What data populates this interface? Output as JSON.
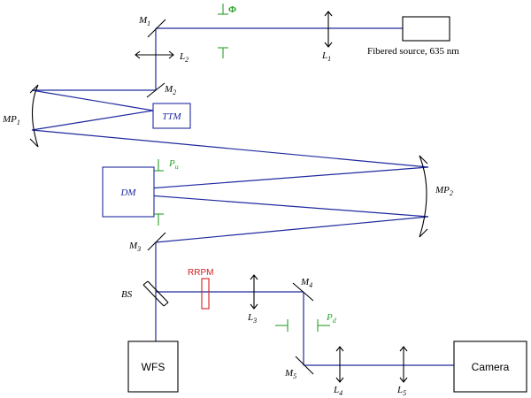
{
  "components": {
    "source": "Fibered source, 635 nm",
    "m1": "M",
    "m1_sub": "1",
    "l1": "L",
    "l1_sub": "1",
    "l2": "L",
    "l2_sub": "2",
    "phi": "Φ",
    "m2": "M",
    "m2_sub": "2",
    "mp1": "MP",
    "mp1_sub": "1",
    "ttm": "TTM",
    "dm": "DM",
    "pu": "P",
    "pu_sub": "u",
    "mp2": "MP",
    "mp2_sub": "2",
    "m3": "M",
    "m3_sub": "3",
    "bs": "BS",
    "rrpm": "RRPM",
    "m4": "M",
    "m4_sub": "4",
    "l3": "L",
    "l3_sub": "3",
    "pd": "P",
    "pd_sub": "d",
    "wfs": "WFS",
    "m5": "M",
    "m5_sub": "5",
    "l4": "L",
    "l4_sub": "4",
    "l5": "L",
    "l5_sub": "5",
    "camera": "Camera"
  },
  "colors": {
    "beam": "#1f2a9e",
    "pupil_marker": "#2aa02a",
    "rrpm": "#d42020",
    "optics": "#000000"
  }
}
